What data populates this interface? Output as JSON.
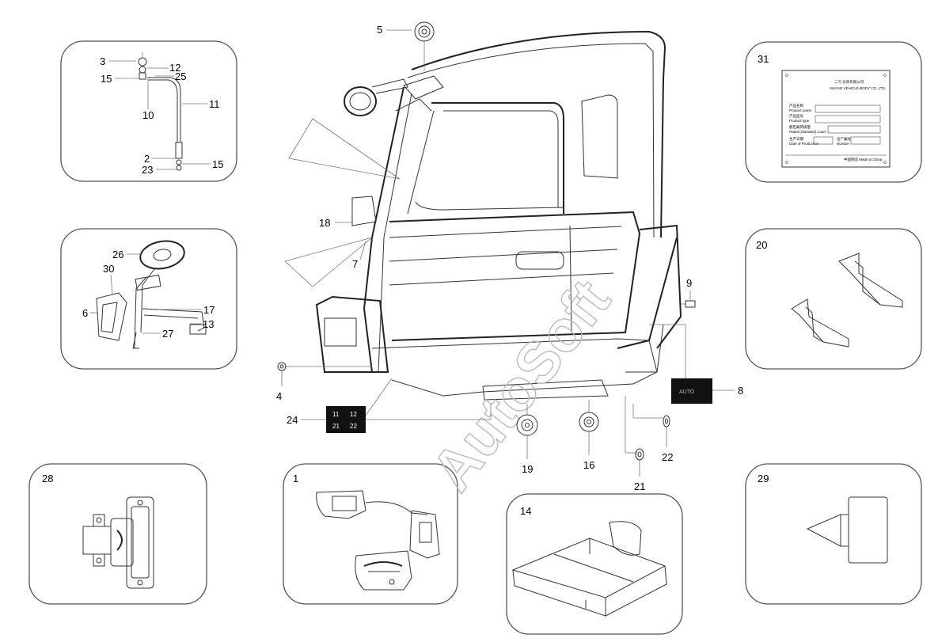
{
  "callouts": {
    "c1": "1",
    "c2": "2",
    "c3": "3",
    "c4": "4",
    "c5": "5",
    "c6": "6",
    "c7": "7",
    "c8": "8",
    "c9": "9",
    "c10": "10",
    "c11": "11",
    "c12": "12",
    "c13": "13",
    "c14": "14",
    "c15a": "15",
    "c15b": "15",
    "c16": "16",
    "c17": "17",
    "c18": "18",
    "c19": "19",
    "c20": "20",
    "c21": "21",
    "c22": "22",
    "c23": "23",
    "c24": "24",
    "c25": "25",
    "c26": "26",
    "c27": "27",
    "c28": "28",
    "c29": "29",
    "c30": "30",
    "c31": "31"
  },
  "nameplate": {
    "company": "二汽 东风有限公司",
    "company_en": "SHIYAN VEHICLE-BODY CO.,LTD.",
    "name_cn": "产品名称",
    "name_en": "Product name",
    "type_cn": "产品型号",
    "type_en": "Product type",
    "weight_cn": "额定载荷质量",
    "weight_en": "Rated (Standard) Load",
    "date_cn": "生产日期",
    "date_en": "Date of Production",
    "number_cn": "出厂编号",
    "number_en": "Number",
    "footer": "中国制造 Made in China"
  },
  "watermark": "AutoSoft",
  "badge_24": [
    "11",
    "12",
    "21",
    "22"
  ],
  "badge_8": "AUTO"
}
